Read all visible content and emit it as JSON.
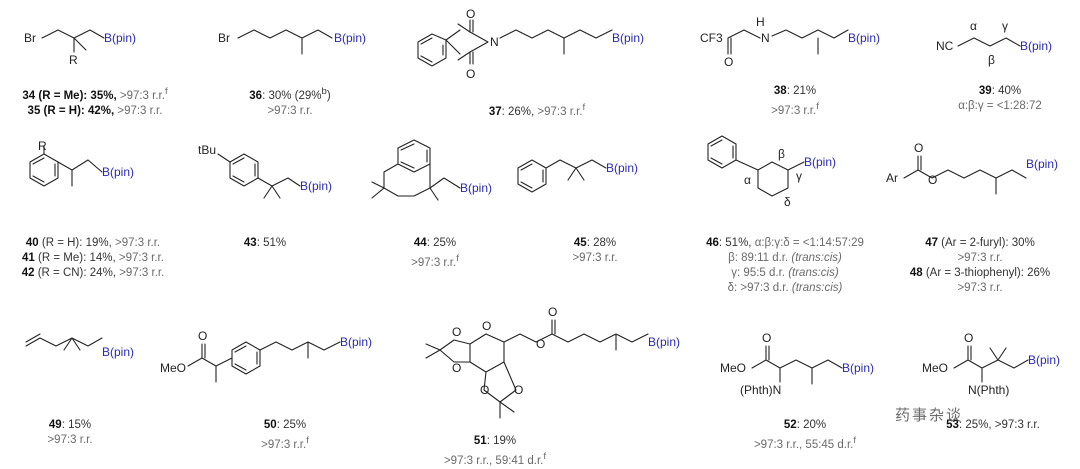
{
  "atoms": {
    "bpin": "B(pin)",
    "br": "Br",
    "r": "R",
    "o": "O",
    "n": "N",
    "nc": "NC",
    "cf3": "CF3",
    "h": "H",
    "tbu": "tBu",
    "ar": "Ar",
    "meo": "MeO",
    "phthn": "(Phth)N",
    "nphth": "N(Phth)",
    "alpha": "α",
    "beta": "β",
    "gamma": "γ",
    "delta": "δ"
  },
  "compounds": [
    {
      "lines": [
        {
          "id": "34",
          "rest": " (R = Me): 35%, ",
          "gray": ">97:3 r.r.",
          "sup": "f"
        },
        {
          "id": "35",
          "rest": " (R = H): 42%, ",
          "gray": ">97:3 r.r."
        }
      ]
    },
    {
      "lines": [
        {
          "id": "36",
          "rest": ": 30% (29%",
          "sup2": "b",
          "rest2": ")"
        },
        {
          "gray": ">97:3 r.r."
        }
      ]
    },
    {
      "lines": [
        {
          "id": "37",
          "rest": ": 26%, ",
          "gray": ">97:3 r.r.",
          "sup": "f"
        }
      ]
    },
    {
      "lines": [
        {
          "id": "38",
          "rest": ": 21%"
        },
        {
          "gray": ">97:3 r.r.",
          "sup": "f"
        }
      ]
    },
    {
      "lines": [
        {
          "id": "39",
          "rest": ": 40%"
        },
        {
          "gray": "α:β:γ = <1:28:72"
        }
      ]
    },
    {
      "lines": [
        {
          "id": "40",
          "rest": " (R = H): 19%, ",
          "gray": ">97:3 r.r."
        },
        {
          "id": "41",
          "rest": " (R = Me): 14%, ",
          "gray": ">97:3 r.r."
        },
        {
          "id": "42",
          "rest": " (R = CN): 24%, ",
          "gray": ">97:3 r.r."
        }
      ]
    },
    {
      "lines": [
        {
          "id": "43",
          "rest": ": 51%"
        }
      ]
    },
    {
      "lines": [
        {
          "id": "44",
          "rest": ": 25%"
        },
        {
          "gray": ">97:3 r.r.",
          "sup": "f"
        }
      ]
    },
    {
      "lines": [
        {
          "id": "45",
          "rest": ": 28%"
        },
        {
          "gray": ">97:3 r.r."
        }
      ]
    },
    {
      "lines": [
        {
          "id": "46",
          "rest": ": 51%, ",
          "gray": "α:β:γ:δ = <1:14:57:29"
        },
        {
          "gray": "β: 89:11 d.r. ",
          "it": "(trans:cis)"
        },
        {
          "gray": "γ: 95:5 d.r. ",
          "it": "(trans:cis)"
        },
        {
          "gray": "δ: >97:3 d.r. ",
          "it": "(trans:cis)"
        }
      ]
    },
    {
      "lines": [
        {
          "id": "47",
          "rest": " (Ar = 2-furyl): 30%"
        },
        {
          "gray": ">97:3 r.r."
        },
        {
          "id": "48",
          "rest": " (Ar = 3-thiophenyl): 26%"
        },
        {
          "gray": ">97:3 r.r."
        }
      ]
    },
    {
      "lines": [
        {
          "id": "49",
          "rest": ": 15%"
        },
        {
          "gray": ">97:3 r.r."
        }
      ]
    },
    {
      "lines": [
        {
          "id": "50",
          "rest": ": 25%"
        },
        {
          "gray": ">97:3 r.r.",
          "sup": "f"
        }
      ]
    },
    {
      "lines": [
        {
          "id": "51",
          "rest": ": 19%"
        },
        {
          "gray": ">97:3 r.r., 59:41 d.r.",
          "sup": "f"
        }
      ]
    },
    {
      "lines": [
        {
          "id": "52",
          "rest": ": 20%"
        },
        {
          "gray": ">97:3 r.r., 55:45 d.r.",
          "sup": "f"
        }
      ]
    },
    {
      "lines": [
        {
          "id": "53",
          "rest": ": 25%, >97:3 r.r."
        }
      ]
    }
  ],
  "watermark": "药事杂谈"
}
